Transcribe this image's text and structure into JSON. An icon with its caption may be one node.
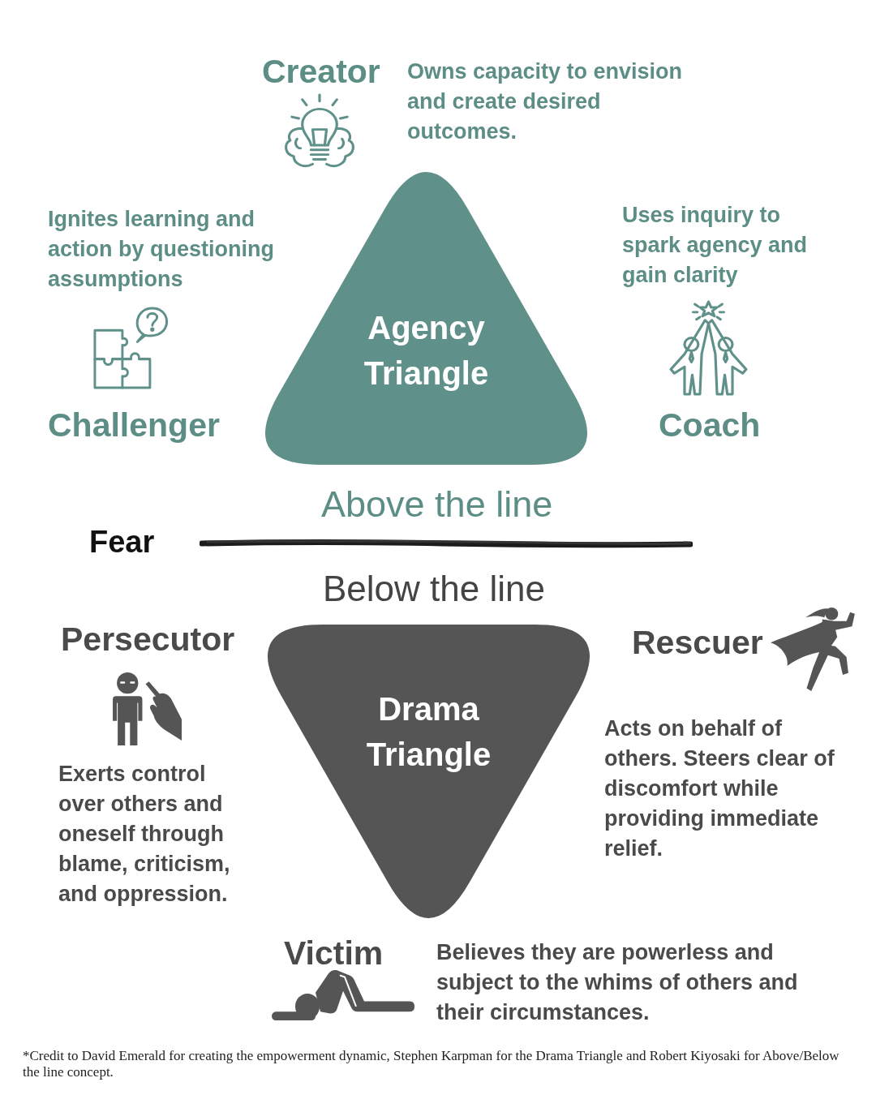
{
  "diagram": {
    "nodes": [
      {
        "text": [
          "Agency Triangle"
        ]
      },
      {
        "text": [
          "Drama Triangle"
        ]
      }
    ],
    "labels": [
      "Creator",
      "Owns capacity to envision and create desired outcomes.",
      "Ignites learning and action by questioning assumptions",
      "Uses inquiry to spark agency and gain clarity",
      "Challenger",
      "Coach",
      "Above the line",
      "Fear",
      "Below the line",
      "Persecutor",
      "Rescuer",
      "Exerts control over others and oneself through blame, criticism, and oppression.",
      "Acts on behalf of others. Steers clear of discomfort while providing immediate relief.",
      "Victim",
      "Believes they are powerless and subject to the whims of others and their circumstances."
    ],
    "caption": "*Credit to David Emerald for creating the empowerment dynamic, Stephen Karpman for the Drama Triangle and Robert Kiyosaki for Above/Below the line concept."
  }
}
